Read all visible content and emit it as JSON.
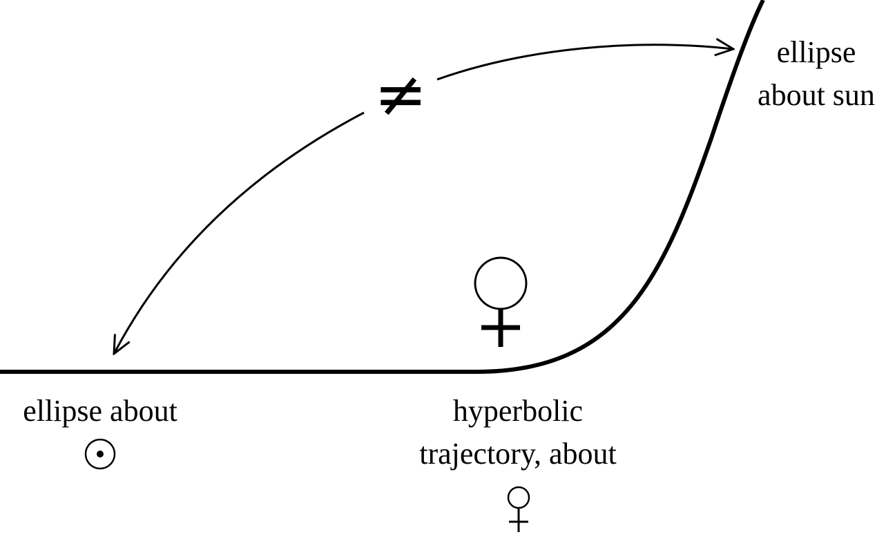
{
  "diagram": {
    "not_equal_symbol": "≠",
    "labels": {
      "sun_ellipse": {
        "line1": "ellipse",
        "line2": "about sun"
      },
      "earth_ellipse": {
        "line1": "ellipse about"
      },
      "venus_hyperbola": {
        "line1": "hyperbolic",
        "line2": "trajectory, about"
      }
    },
    "icons": {
      "sun_symbol": "sun-symbol-icon",
      "venus_symbol": "venus-symbol-icon"
    },
    "colors": {
      "ink": "#000000",
      "background": "#ffffff"
    }
  }
}
